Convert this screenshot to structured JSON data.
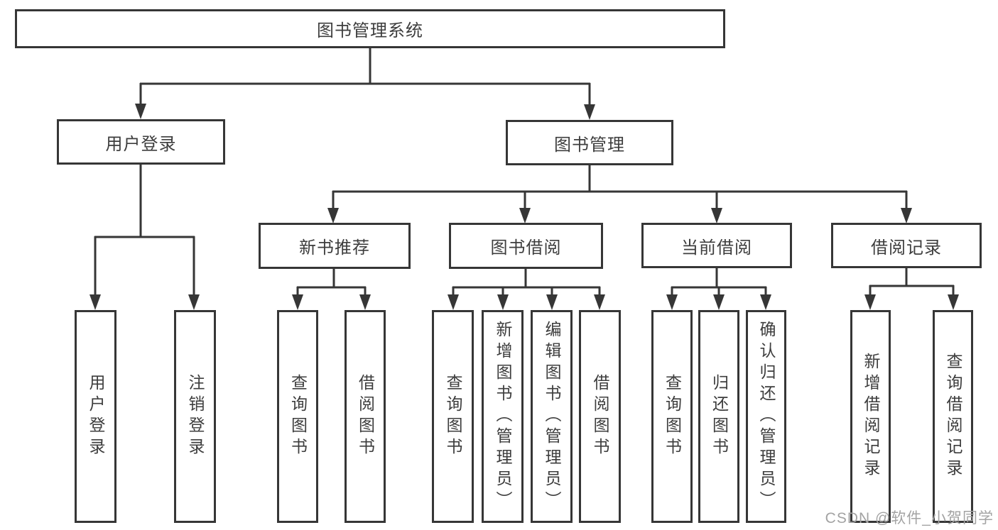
{
  "diagram": {
    "title_node": {
      "label": "图书管理系统"
    },
    "level2": [
      {
        "label": "用户登录"
      },
      {
        "label": "图书管理"
      }
    ],
    "level3": [
      {
        "label": "新书推荐"
      },
      {
        "label": "图书借阅"
      },
      {
        "label": "当前借阅"
      },
      {
        "label": "借阅记录"
      }
    ],
    "leaves": {
      "user": [
        "用户登录",
        "注销登录"
      ],
      "recommend": [
        "查询图书",
        "借阅图书"
      ],
      "borrow": [
        "查询图书",
        "新增图书（管理员）",
        "编辑图书（管理员）",
        "借阅图书"
      ],
      "current": [
        "查询图书",
        "归还图书",
        "确认归还（管理员）"
      ],
      "records": [
        "新增借阅记录",
        "查询借阅记录"
      ]
    }
  },
  "watermark": {
    "text": "CSDN @软件_小贺同学"
  },
  "colors": {
    "line": "#363636",
    "text": "#3d3d3d",
    "background": "#ffffff",
    "watermark": "#a3a3a3"
  }
}
